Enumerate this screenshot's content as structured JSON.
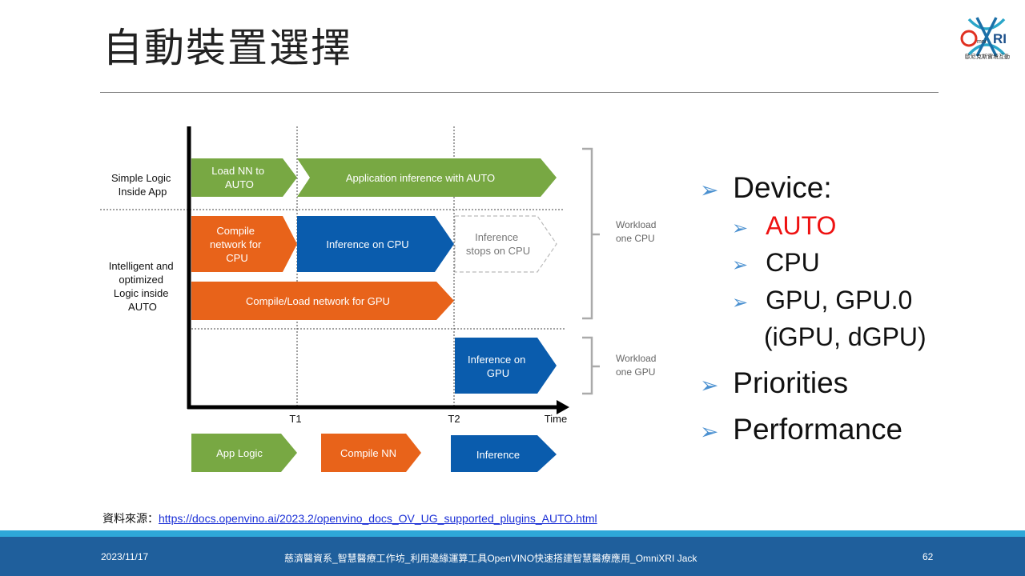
{
  "slide": {
    "title": "自動裝置選擇",
    "logo_text": "OmniXRI",
    "logo_subtitle": "歐尼克斯實境互動"
  },
  "diagram": {
    "row_labels": {
      "simple": [
        "Simple Logic",
        "Inside App"
      ],
      "intelligent": [
        "Intelligent and",
        "optimized",
        "Logic inside",
        "AUTO"
      ]
    },
    "boxes": {
      "load_nn": [
        "Load NN to",
        "AUTO"
      ],
      "app_inference": "Application inference with AUTO",
      "compile_cpu": [
        "Compile",
        "network for",
        "CPU"
      ],
      "inference_cpu": "Inference on CPU",
      "inference_stops": [
        "Inference",
        "stops on CPU"
      ],
      "compile_gpu": "Compile/Load network for GPU",
      "inference_gpu": [
        "Inference on",
        "GPU"
      ]
    },
    "brackets": {
      "cpu": [
        "Workload",
        "one CPU"
      ],
      "gpu": [
        "Workload",
        "one GPU"
      ]
    },
    "axis": {
      "t1": "T1",
      "t2": "T2",
      "time": "Time"
    },
    "legend": {
      "app_logic": "App Logic",
      "compile_nn": "Compile NN",
      "inference": "Inference"
    },
    "colors": {
      "green": "#78a843",
      "orange": "#e8631a",
      "blue": "#0a5cad",
      "dashed": "#bbbbbb"
    }
  },
  "bullets": {
    "device": "Device:",
    "auto": "AUTO",
    "cpu": "CPU",
    "gpu": "GPU, GPU.0",
    "gpu_note": "(iGPU, dGPU)",
    "priorities": "Priorities",
    "performance": "Performance"
  },
  "source": {
    "label": "資料來源：",
    "url": "https://docs.openvino.ai/2023.2/openvino_docs_OV_UG_supported_plugins_AUTO.html"
  },
  "footer": {
    "date": "2023/11/17",
    "center": "慈濟醫資系_智慧醫療工作坊_利用邊緣運算工具OpenVINO快速搭建智慧醫療應用_OmniXRI  Jack",
    "page": "62"
  }
}
